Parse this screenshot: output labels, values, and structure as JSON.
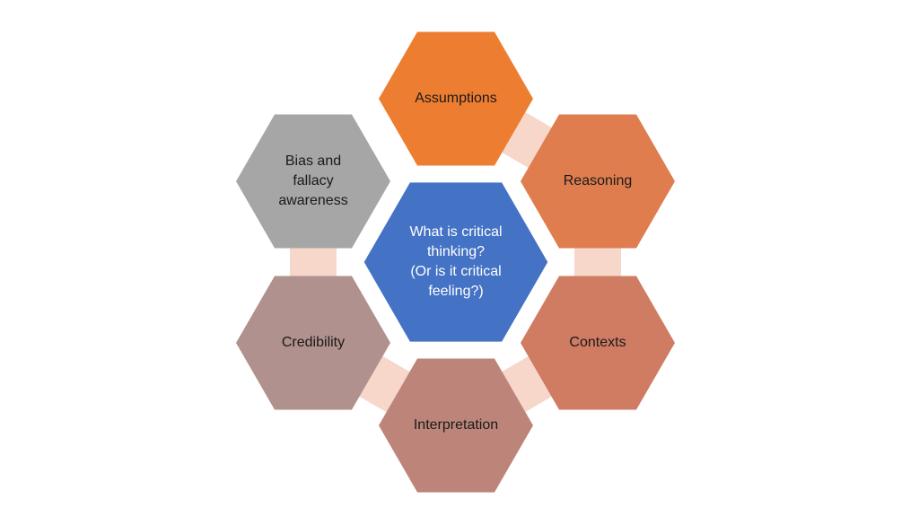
{
  "diagram": {
    "center": {
      "label": "What is critical\nthinking?\n(Or is it critical\nfeeling?)",
      "color": "#4472C4"
    },
    "nodes": [
      {
        "id": "assumptions",
        "label": "Assumptions",
        "color": "#ED7D31"
      },
      {
        "id": "reasoning",
        "label": "Reasoning",
        "color": "#DF7D4F"
      },
      {
        "id": "contexts",
        "label": "Contexts",
        "color": "#CF7C63"
      },
      {
        "id": "interpretation",
        "label": "Interpretation",
        "color": "#BD857A"
      },
      {
        "id": "credibility",
        "label": "Credibility",
        "color": "#B0918D"
      },
      {
        "id": "bias",
        "label": "Bias and\nfallacy\nawareness",
        "color": "#A6A6A6"
      }
    ],
    "connector_color": "#F8D7CB"
  }
}
